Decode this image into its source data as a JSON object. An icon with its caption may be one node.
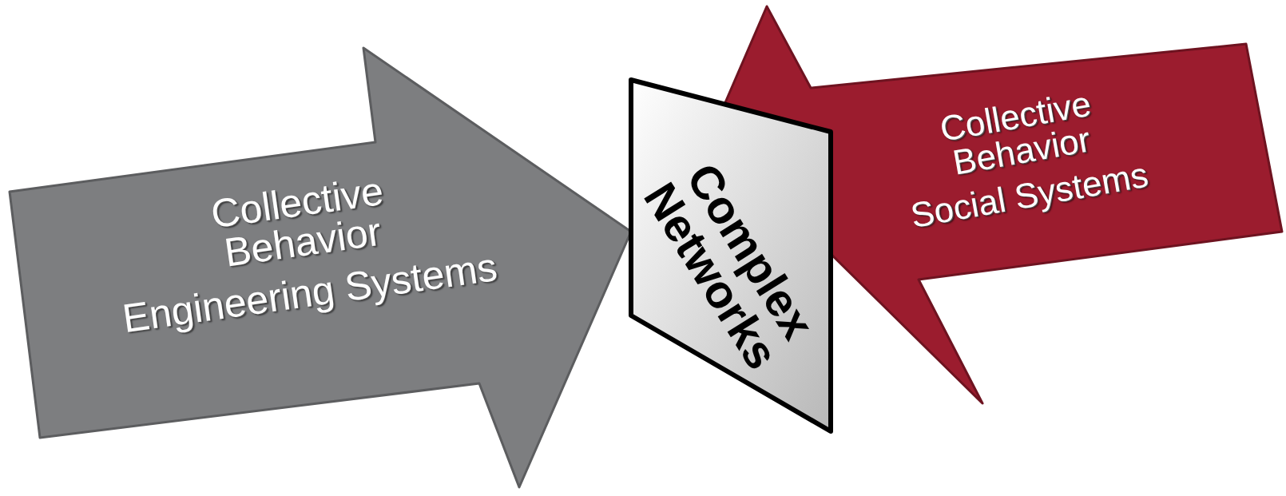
{
  "diagram": {
    "nodes": [
      {
        "text": [
          "Collective Behavior",
          "Engineering Systems"
        ]
      },
      {
        "text": [
          "Complex Networks"
        ]
      },
      {
        "text": [
          "Collective Behavior",
          "Social Systems"
        ]
      }
    ]
  }
}
